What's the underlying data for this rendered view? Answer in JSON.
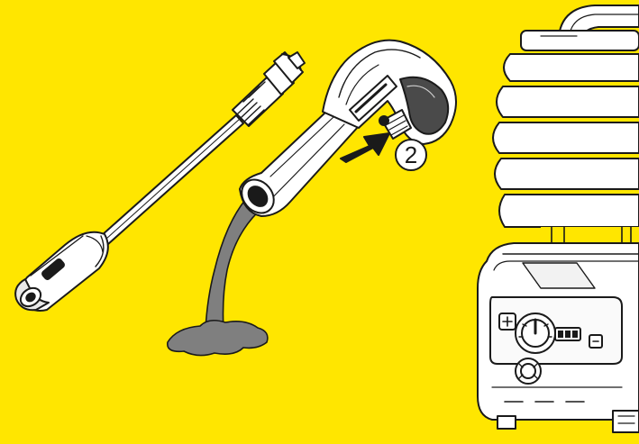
{
  "illustration": {
    "background_color": "#ffe600",
    "line_color": "#1a1a1a",
    "fill_color": "#ffffff",
    "water_color": "#808080",
    "step_number": "2",
    "arrow_direction": "right-up",
    "components": [
      "spray-lance",
      "trigger-gun",
      "water-drain",
      "pressure-washer"
    ]
  }
}
